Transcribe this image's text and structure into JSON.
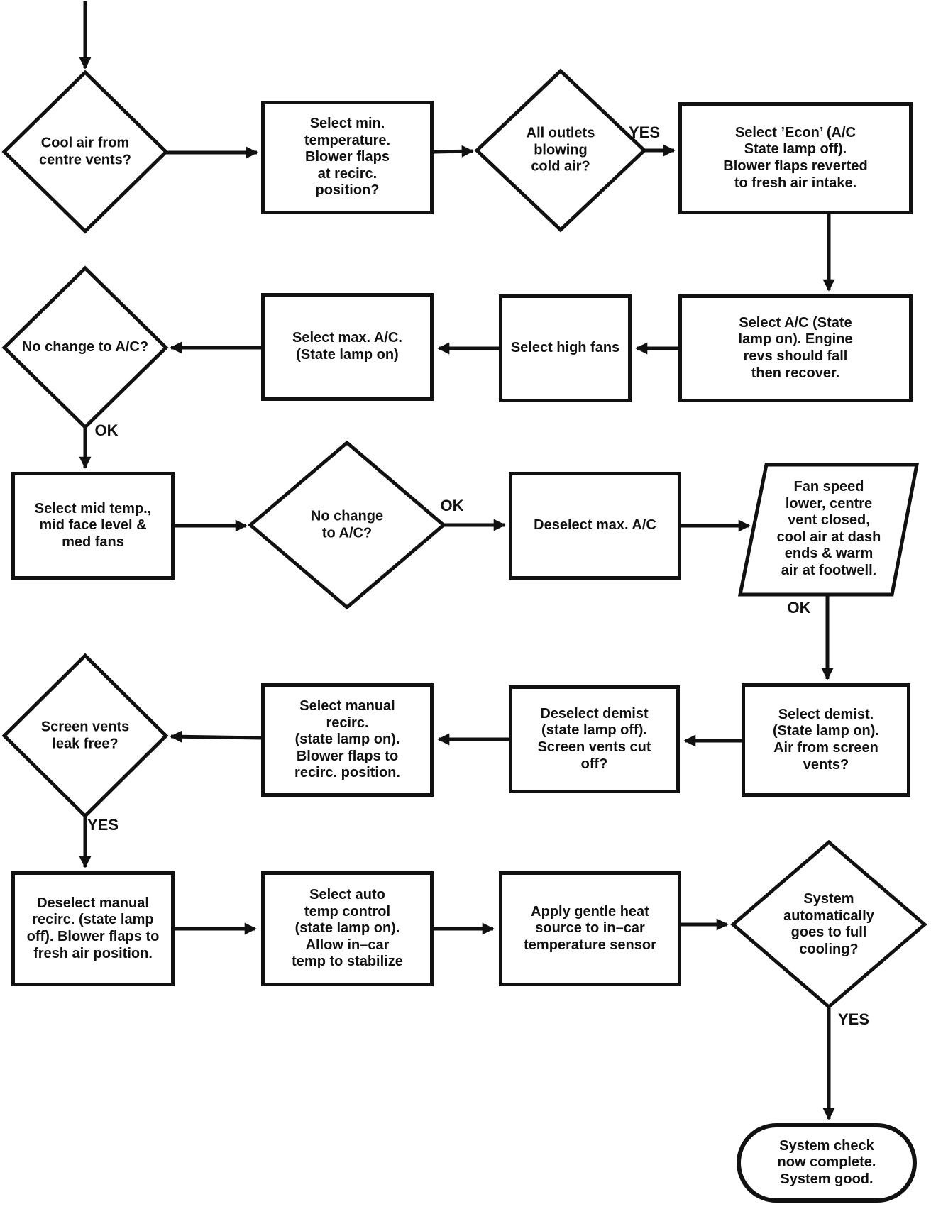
{
  "title": "A/C system check flowchart",
  "colors": {
    "ink": "#111111",
    "paper": "#ffffff"
  },
  "nodes": {
    "cool_air": {
      "type": "decision",
      "text": "Cool air from\ncentre vents?"
    },
    "min_temp": {
      "type": "process",
      "text": "Select min.\ntemperature.\nBlower flaps\nat recirc.\nposition?"
    },
    "all_outlets": {
      "type": "decision",
      "text": "All outlets\nblowing\ncold air?"
    },
    "econ": {
      "type": "process",
      "text": "Select ’Econ’ (A/C\nState lamp off).\nBlower flaps reverted\nto fresh air intake."
    },
    "select_ac": {
      "type": "process",
      "text": "Select A/C (State\nlamp on). Engine\nrevs should fall\nthen recover."
    },
    "high_fans": {
      "type": "process",
      "text": "Select high fans"
    },
    "max_ac": {
      "type": "process",
      "text": "Select max. A/C.\n(State lamp on)"
    },
    "no_change_1": {
      "type": "decision",
      "text": "No change to A/C?"
    },
    "mid_temp": {
      "type": "process",
      "text": "Select mid temp.,\nmid face level &\nmed fans"
    },
    "no_change_2": {
      "type": "decision",
      "text": "No change\nto A/C?"
    },
    "deselect_max": {
      "type": "process",
      "text": "Deselect max. A/C"
    },
    "fan_speed": {
      "type": "output",
      "text": "Fan speed\nlower, centre\nvent closed,\ncool air at dash\nends & warm\nair at footwell."
    },
    "select_demist": {
      "type": "process",
      "text": "Select demist.\n(State lamp on).\nAir from screen\nvents?"
    },
    "deselect_demist": {
      "type": "process",
      "text": "Deselect demist\n(state lamp off).\nScreen vents cut\noff?"
    },
    "manual_recirc": {
      "type": "process",
      "text": "Select manual\nrecirc.\n(state lamp on).\nBlower flaps to\nrecirc. position."
    },
    "screen_vents": {
      "type": "decision",
      "text": "Screen vents\nleak free?"
    },
    "deselect_manual": {
      "type": "process",
      "text": "Deselect manual\nrecirc. (state lamp\noff). Blower flaps to\nfresh air position."
    },
    "auto_temp": {
      "type": "process",
      "text": "Select auto\ntemp control\n(state lamp on).\nAllow in–car\ntemp to stabilize"
    },
    "apply_heat": {
      "type": "process",
      "text": "Apply gentle heat\nsource to in–car\ntemperature sensor"
    },
    "system_cooling": {
      "type": "decision",
      "text": "System\nautomatically\ngoes to full\ncooling?"
    },
    "complete": {
      "type": "terminal",
      "text": "System check\nnow complete.\nSystem good."
    }
  },
  "labels": {
    "yes_outlets": "YES",
    "ok_no_change_1": "OK",
    "ok_no_change_2": "OK",
    "ok_fan_speed": "OK",
    "yes_screen_vents": "YES",
    "yes_system": "YES"
  }
}
